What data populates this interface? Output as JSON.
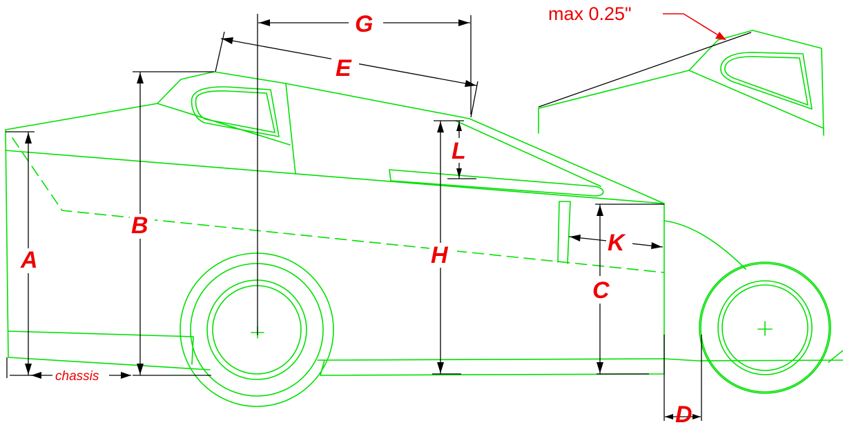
{
  "labels": {
    "A": "A",
    "B": "B",
    "C": "C",
    "D": "D",
    "E": "E",
    "G": "G",
    "H": "H",
    "K": "K",
    "L": "L"
  },
  "chassis_label": "chassis",
  "roof_note": "max 0.25\"",
  "colors": {
    "outline": "#00e000",
    "dimension": "#000000",
    "label": "#ee0000"
  }
}
